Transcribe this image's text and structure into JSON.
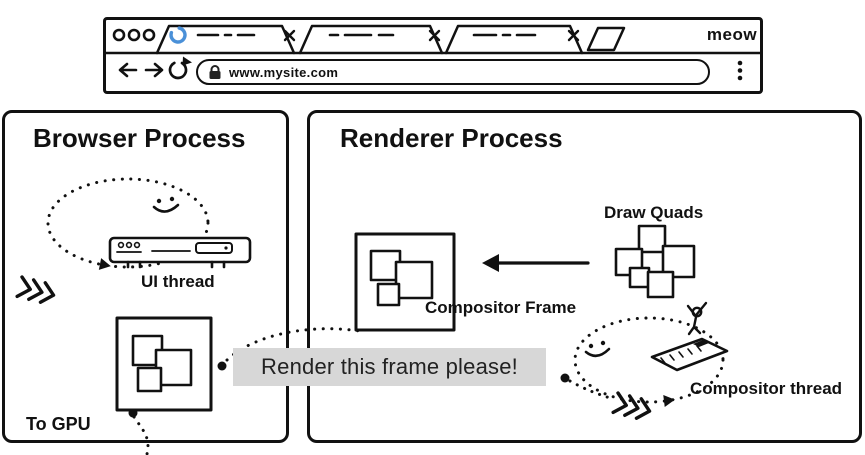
{
  "chrome": {
    "brand": "meow",
    "url": "www.mysite.com"
  },
  "browser_process": {
    "title": "Browser Process",
    "ui_thread_label": "UI thread",
    "to_gpu_label": "To GPU"
  },
  "renderer_process": {
    "title": "Renderer Process",
    "draw_quads_label": "Draw Quads",
    "compositor_frame_label": "Compositor Frame",
    "compositor_thread_label": "Compositor thread"
  },
  "callout": {
    "message": "Render this frame please!"
  },
  "colors": {
    "ink": "#111111",
    "spinner_blue": "#4a90d8",
    "callout_bg": "#d7d7d7"
  }
}
